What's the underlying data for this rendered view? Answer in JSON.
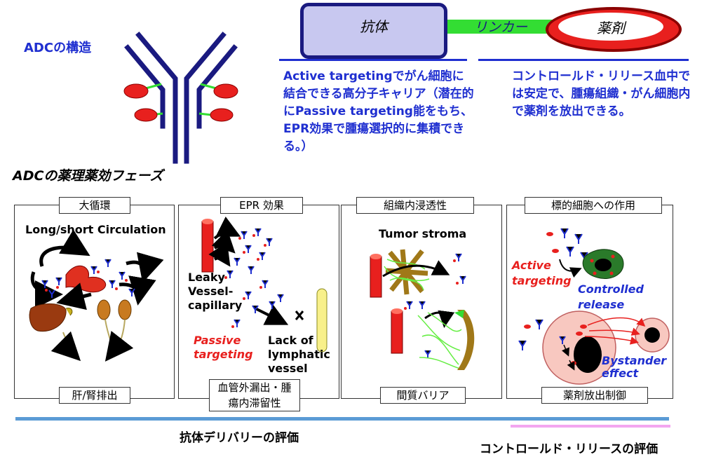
{
  "header": {
    "adc_structure_title": "ADCの構造",
    "antibody": "抗体",
    "linker": "リンカー",
    "drug": "薬剤"
  },
  "antibody_desc": "Active targetingでがん細胞に結合できる高分子キャリア（潜在的にPassive targeting能をもち、EPR効果で腫瘍選択的に集積できる。）",
  "release_desc": "コントロールド・リリース血中では安定で、腫瘍組織・がん細胞内で薬剤を放出できる。",
  "phase_title": "ADCの薬理薬効フェーズ",
  "panels": [
    {
      "label": "大循環",
      "caption": "肝/腎排出",
      "inner": "Long/short Circulation"
    },
    {
      "label": "EPR 効果",
      "caption": "血管外漏出・腫瘍内滞留性",
      "inner_leaky": "Leaky Vessel-capillary",
      "inner_passive": "Passive targeting",
      "inner_lymph": "Lack of lymphatic vessel"
    },
    {
      "label": "組織内浸透性",
      "caption": "間質バリア",
      "inner": "Tumor stroma"
    },
    {
      "label": "標的細胞への作用",
      "caption": "薬剤放出制御",
      "inner_active": "Active targeting",
      "inner_release": "Controlled release",
      "inner_bystander": "Bystander effect"
    }
  ],
  "evaluation": {
    "delivery": "抗体デリバリーの評価",
    "release": "コントロールド・リリースの評価"
  },
  "colors": {
    "blue_text": "#1f2fd0",
    "navy": "#1a1a80",
    "drug_red": "#e8201e",
    "linker_green": "#33dd33",
    "antibody_box": "#c8c8f0",
    "delivery_bar": "#5b9bd5",
    "release_bar": "#f3a6f0"
  }
}
